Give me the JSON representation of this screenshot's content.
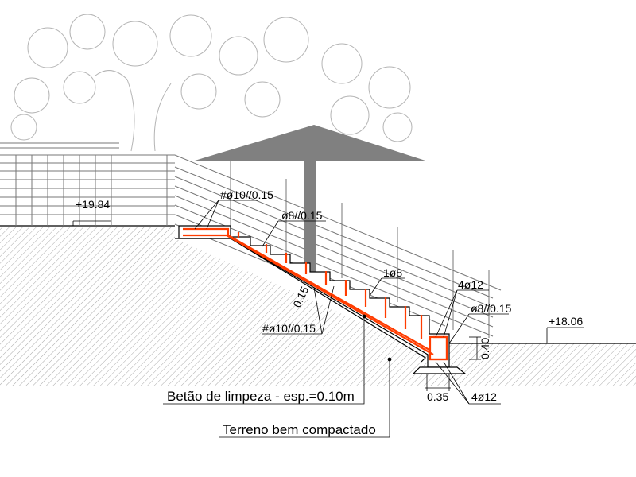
{
  "drawing": {
    "levels": {
      "upper": "+19.84",
      "lower": "+18.06"
    },
    "annotations": {
      "top_mesh": "#ø10//0.15",
      "stirrups": "ø8//0.15",
      "single_bar": "1ø8",
      "beam_top_bars": "4ø12",
      "beam_stirrups": "ø8//0.15",
      "slab_thickness": "0.15",
      "bottom_mesh": "#ø10//0.15",
      "beam_width": "0.35",
      "beam_height": "0.40",
      "beam_bottom_bars": "4ø12",
      "lean_concrete": "Betão de limpeza - esp.=0.10m",
      "ground": "Terreno bem compactado"
    },
    "colors": {
      "rebar": "#ff3c00",
      "umbrella": "#808080",
      "lines": "#000000",
      "tree": "#b4b4b4"
    }
  }
}
